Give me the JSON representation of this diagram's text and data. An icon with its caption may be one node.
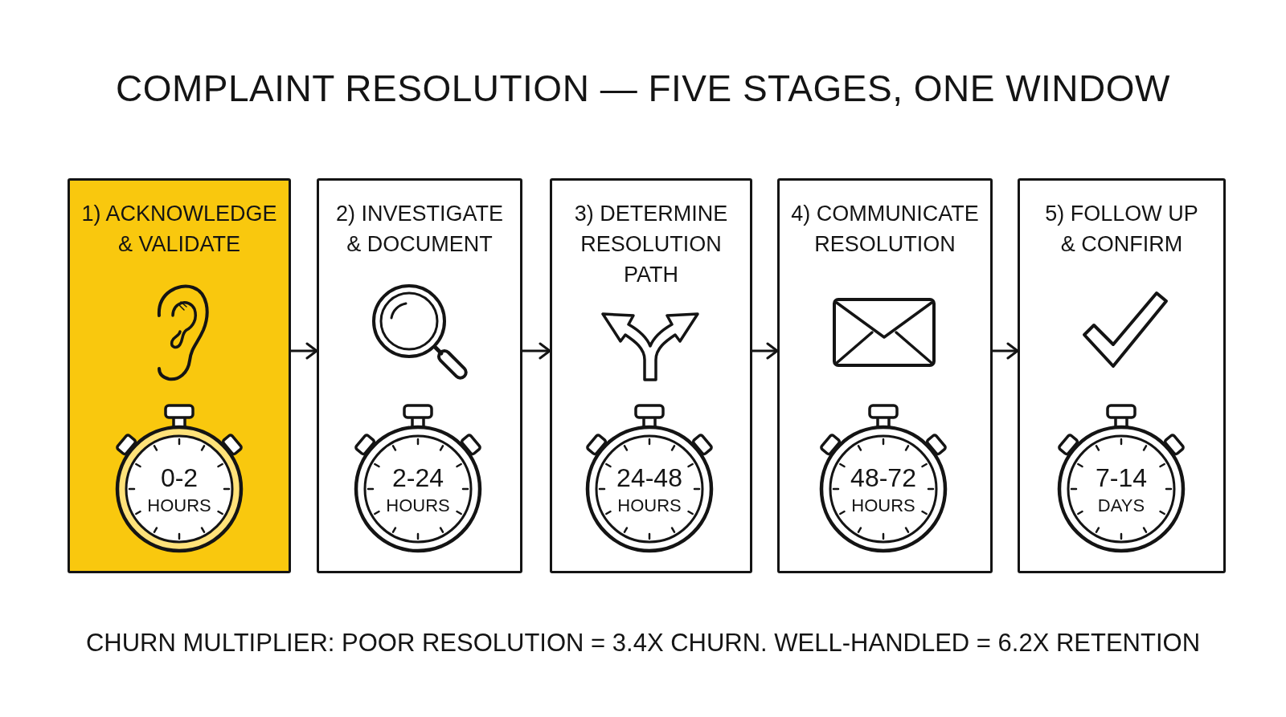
{
  "diagram": {
    "title": "COMPLAINT RESOLUTION — FIVE STAGES, ONE WINDOW",
    "nodes": [
      {
        "text": [
          "1) ACKNOWLEDGE & VALIDATE"
        ]
      },
      {
        "text": [
          "0-2",
          "HOURS"
        ],
        "in": 0
      },
      {
        "text": [
          "2) INVESTIGATE & DOCUMENT"
        ]
      },
      {
        "text": [
          "2-24",
          "HOURS"
        ],
        "in": 2
      },
      {
        "text": [
          "3) DETERMINE RESOLUTION PATH"
        ]
      },
      {
        "text": [
          "24-48",
          "HOURS"
        ],
        "in": 4
      },
      {
        "text": [
          "4) COMMUNICATE RESOLUTION"
        ]
      },
      {
        "text": [
          "48-72",
          "HOURS"
        ],
        "in": 6
      },
      {
        "text": [
          "5) FOLLOW UP & CONFIRM"
        ]
      },
      {
        "text": [
          "7-14",
          "DAYS"
        ],
        "in": 8
      }
    ],
    "edges": [
      {
        "from": 0,
        "to": 2,
        "arrow": "to"
      },
      {
        "from": 2,
        "to": 4,
        "arrow": "to"
      },
      {
        "from": 4,
        "to": 6,
        "arrow": "to"
      },
      {
        "from": 6,
        "to": 8,
        "arrow": "to"
      }
    ],
    "caption": "CHURN MULTIPLIER: POOR RESOLUTION = 3.4X CHURN. WELL-HANDLED = 6.2X RETENTION"
  }
}
